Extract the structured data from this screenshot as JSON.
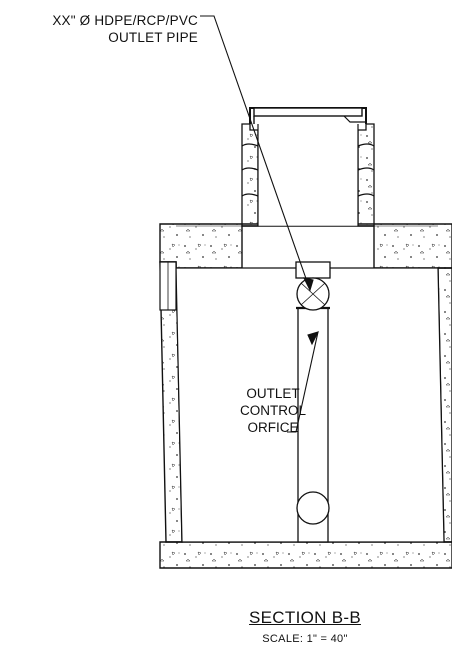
{
  "callouts": {
    "outlet_pipe": {
      "line1": "XX\" Ø HDPE/RCP/PVC",
      "line2": "OUTLET PIPE"
    },
    "control_orifice": {
      "line1": "OUTLET",
      "line2": "CONTROL",
      "line3": "ORFICE"
    }
  },
  "section": {
    "title": "SECTION B-B",
    "scale": "SCALE: 1\" = 40\""
  },
  "colors": {
    "line": "#111111",
    "concrete_fill": "#ffffff"
  }
}
